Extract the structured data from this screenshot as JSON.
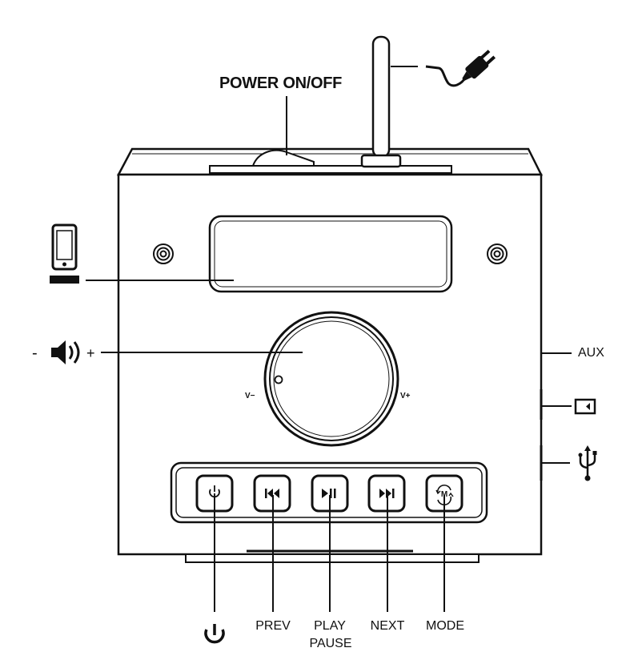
{
  "labels": {
    "power_switch": "POWER ON/OFF",
    "aux": "AUX",
    "prev": "PREV",
    "play_line1": "PLAY",
    "play_line2": "PAUSE",
    "next": "NEXT",
    "mode": "MODE",
    "vol_minus_knob": "V−",
    "vol_plus_knob": "V+",
    "vol_minus": "-",
    "vol_plus": "+"
  },
  "buttons": [
    {
      "name": "power",
      "icon": "power-icon"
    },
    {
      "name": "prev",
      "icon": "skip-back-icon"
    },
    {
      "name": "play-pause",
      "icon": "play-pause-icon"
    },
    {
      "name": "next",
      "icon": "skip-forward-icon"
    },
    {
      "name": "mode",
      "icon": "mode-icon"
    }
  ],
  "side_ports": [
    "aux",
    "sd-card",
    "usb"
  ],
  "colors": {
    "line": "#111111",
    "background": "#ffffff"
  }
}
